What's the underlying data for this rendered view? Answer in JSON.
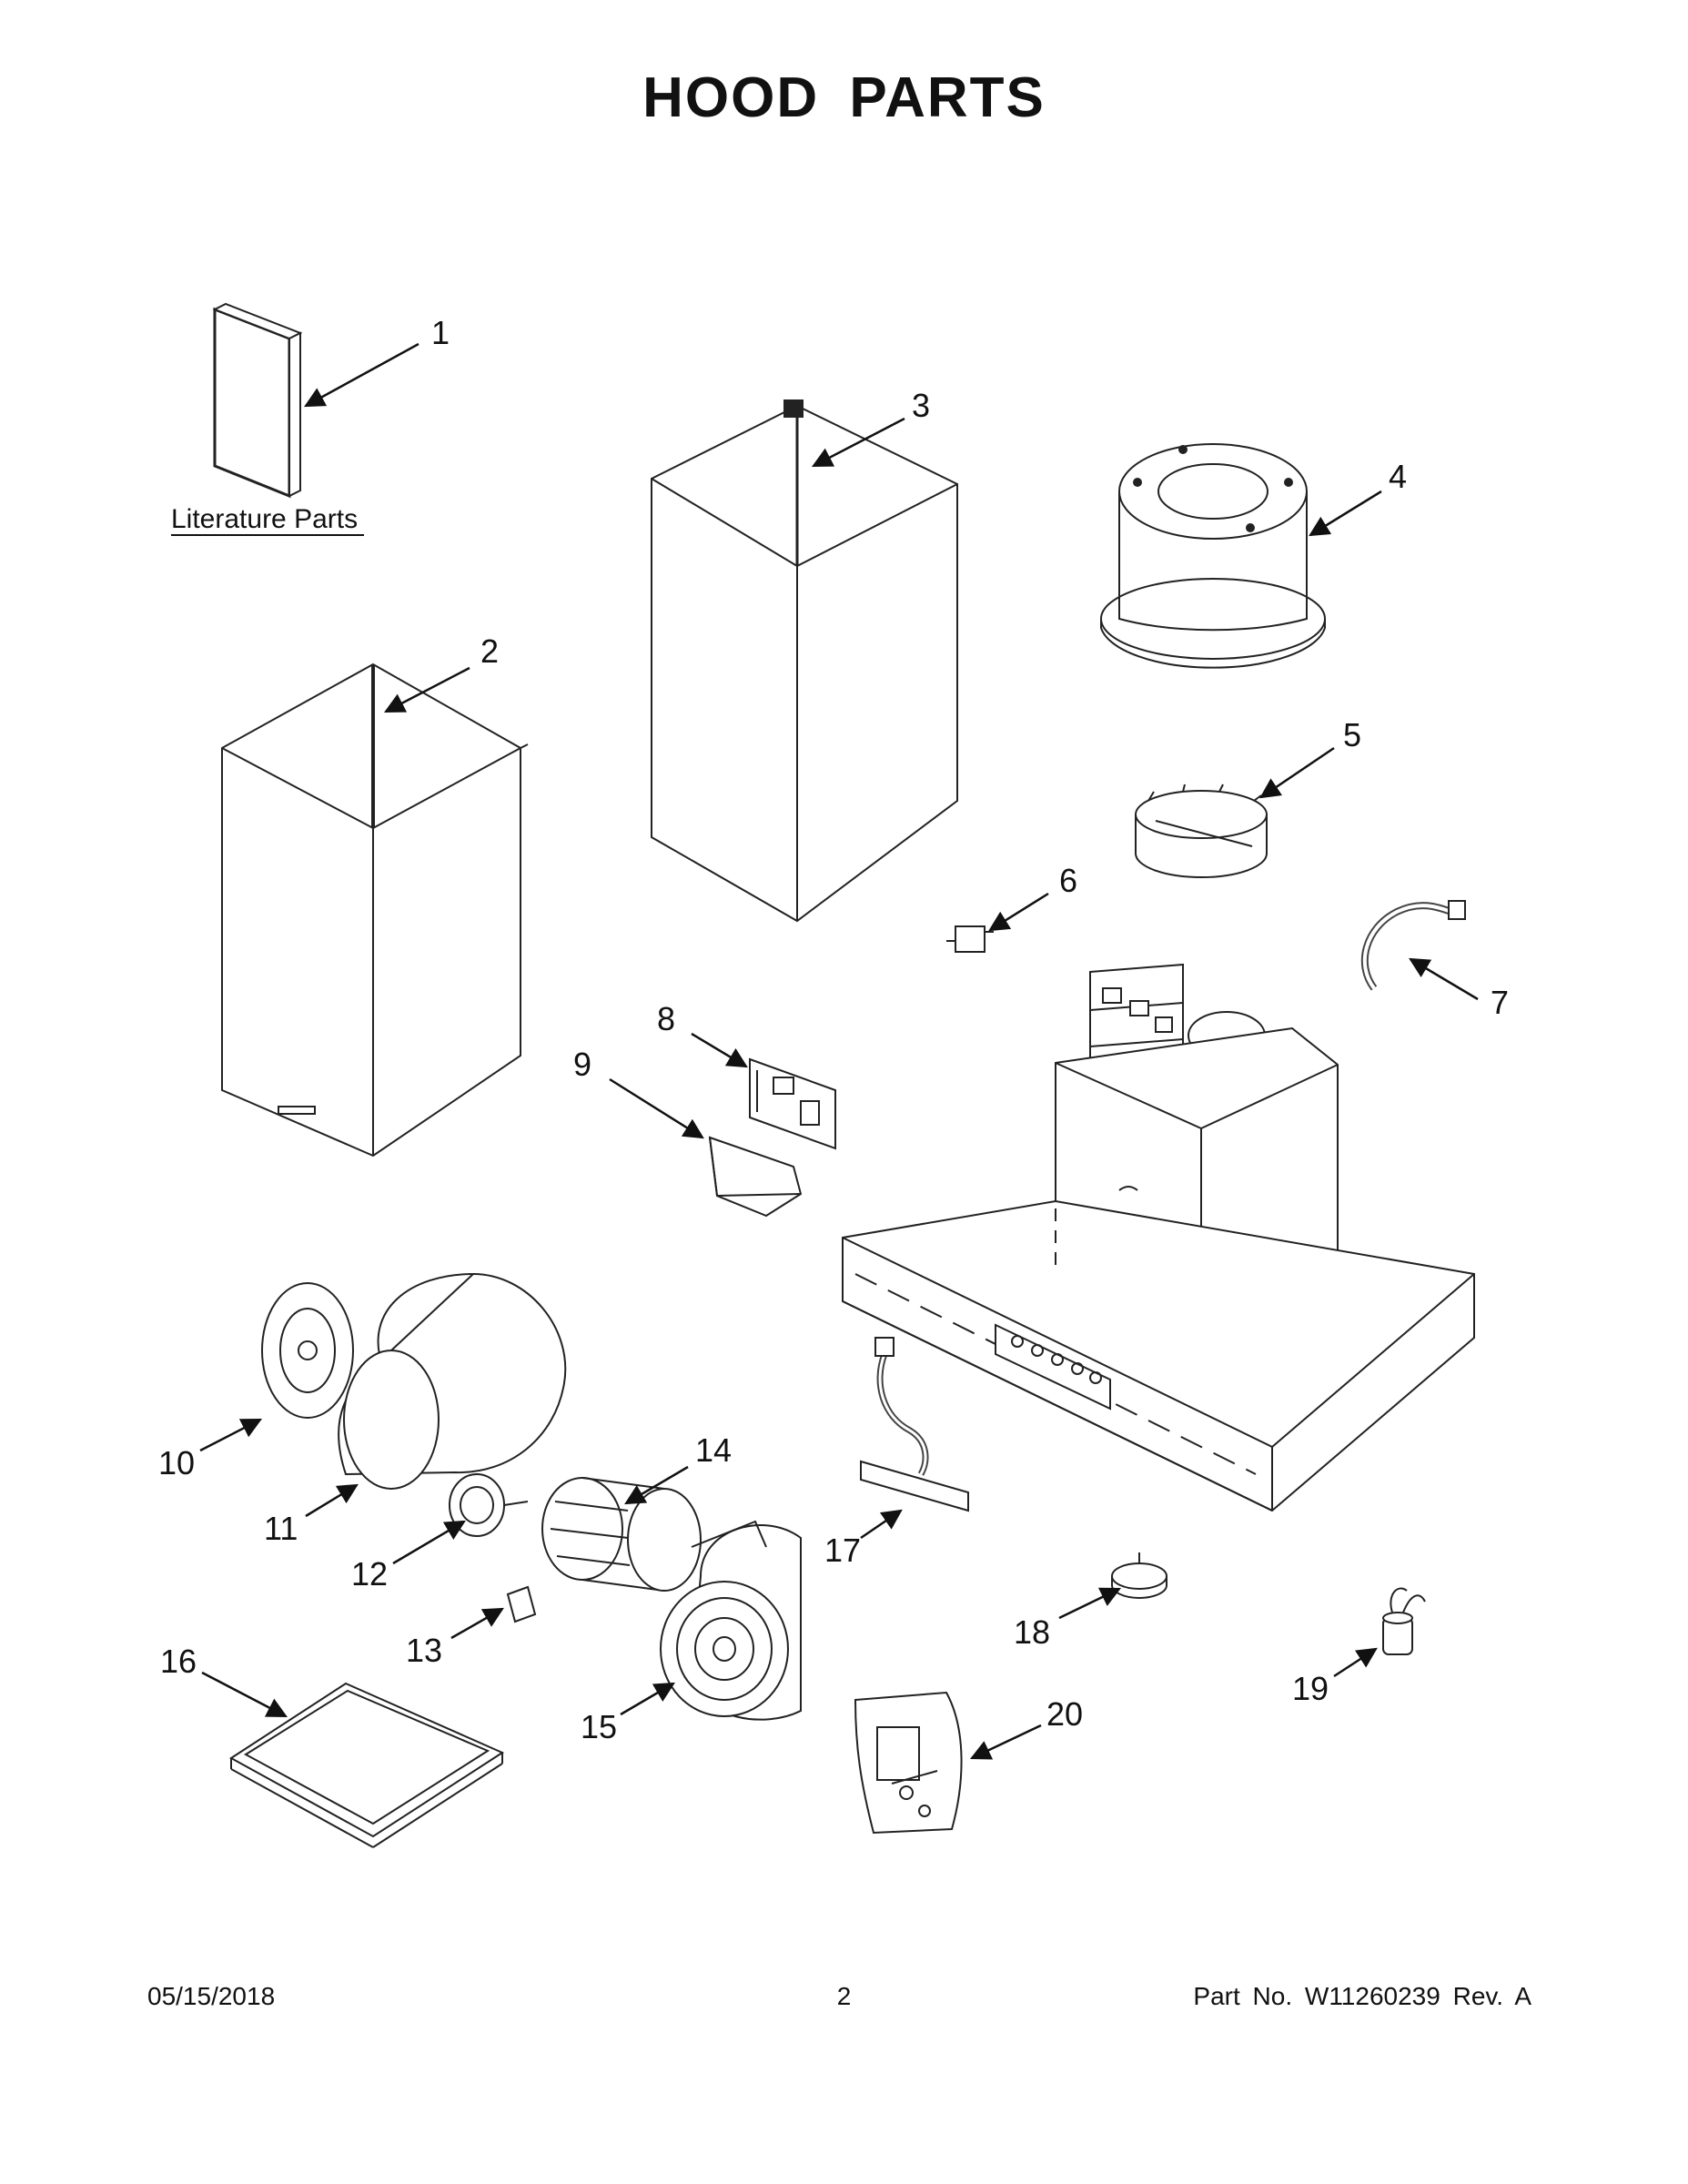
{
  "title": "HOOD PARTS",
  "literature_label": "Literature Parts",
  "callouts": [
    "1",
    "2",
    "3",
    "4",
    "5",
    "6",
    "7",
    "8",
    "9",
    "10",
    "11",
    "12",
    "13",
    "14",
    "15",
    "16",
    "17",
    "18",
    "19",
    "20"
  ],
  "footer": {
    "date": "05/15/2018",
    "page": "2",
    "part": "Part No.  W11260239   Rev.  A"
  }
}
